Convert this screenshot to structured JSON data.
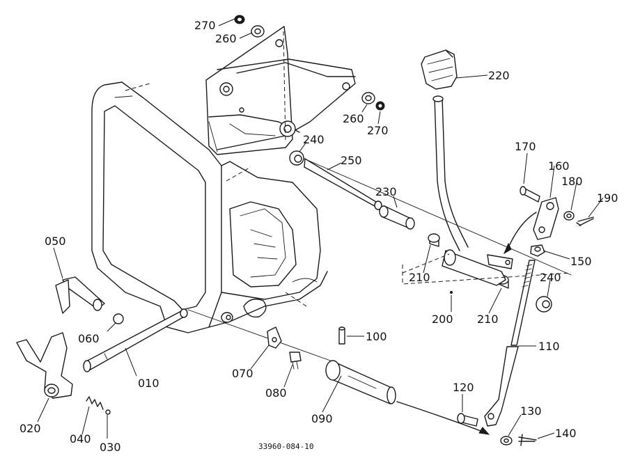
{
  "diagram": {
    "reference_number": "33960-084-10",
    "part_labels": {
      "p270a": "270",
      "p260a": "260",
      "p220": "220",
      "p260b": "260",
      "p270b": "270",
      "p240a": "240",
      "p250": "250",
      "p230": "230",
      "p170": "170",
      "p160": "160",
      "p180": "180",
      "p190": "190",
      "p050": "050",
      "p210a": "210",
      "p150": "150",
      "p240b": "240",
      "p200": "200",
      "p210b": "210",
      "p060": "060",
      "p110": "110",
      "p100": "100",
      "p010": "010",
      "p070": "070",
      "p080": "080",
      "p120": "120",
      "p130": "130",
      "p140": "140",
      "p020": "020",
      "p040": "040",
      "p030": "030",
      "p090": "090"
    }
  }
}
